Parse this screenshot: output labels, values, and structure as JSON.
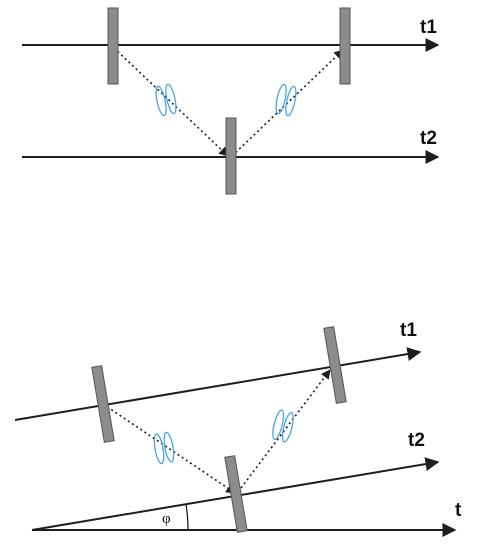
{
  "top_panel": {
    "line_labels": {
      "upper": "t1",
      "lower": "t2"
    }
  },
  "bottom_panel": {
    "line_labels": {
      "upper": "t1",
      "lower": "t2",
      "base": "t"
    },
    "angle_label": "φ"
  },
  "colors": {
    "wave": "#4aa3df",
    "mirror": "#8c8c8c",
    "line": "#1e1e1e"
  }
}
